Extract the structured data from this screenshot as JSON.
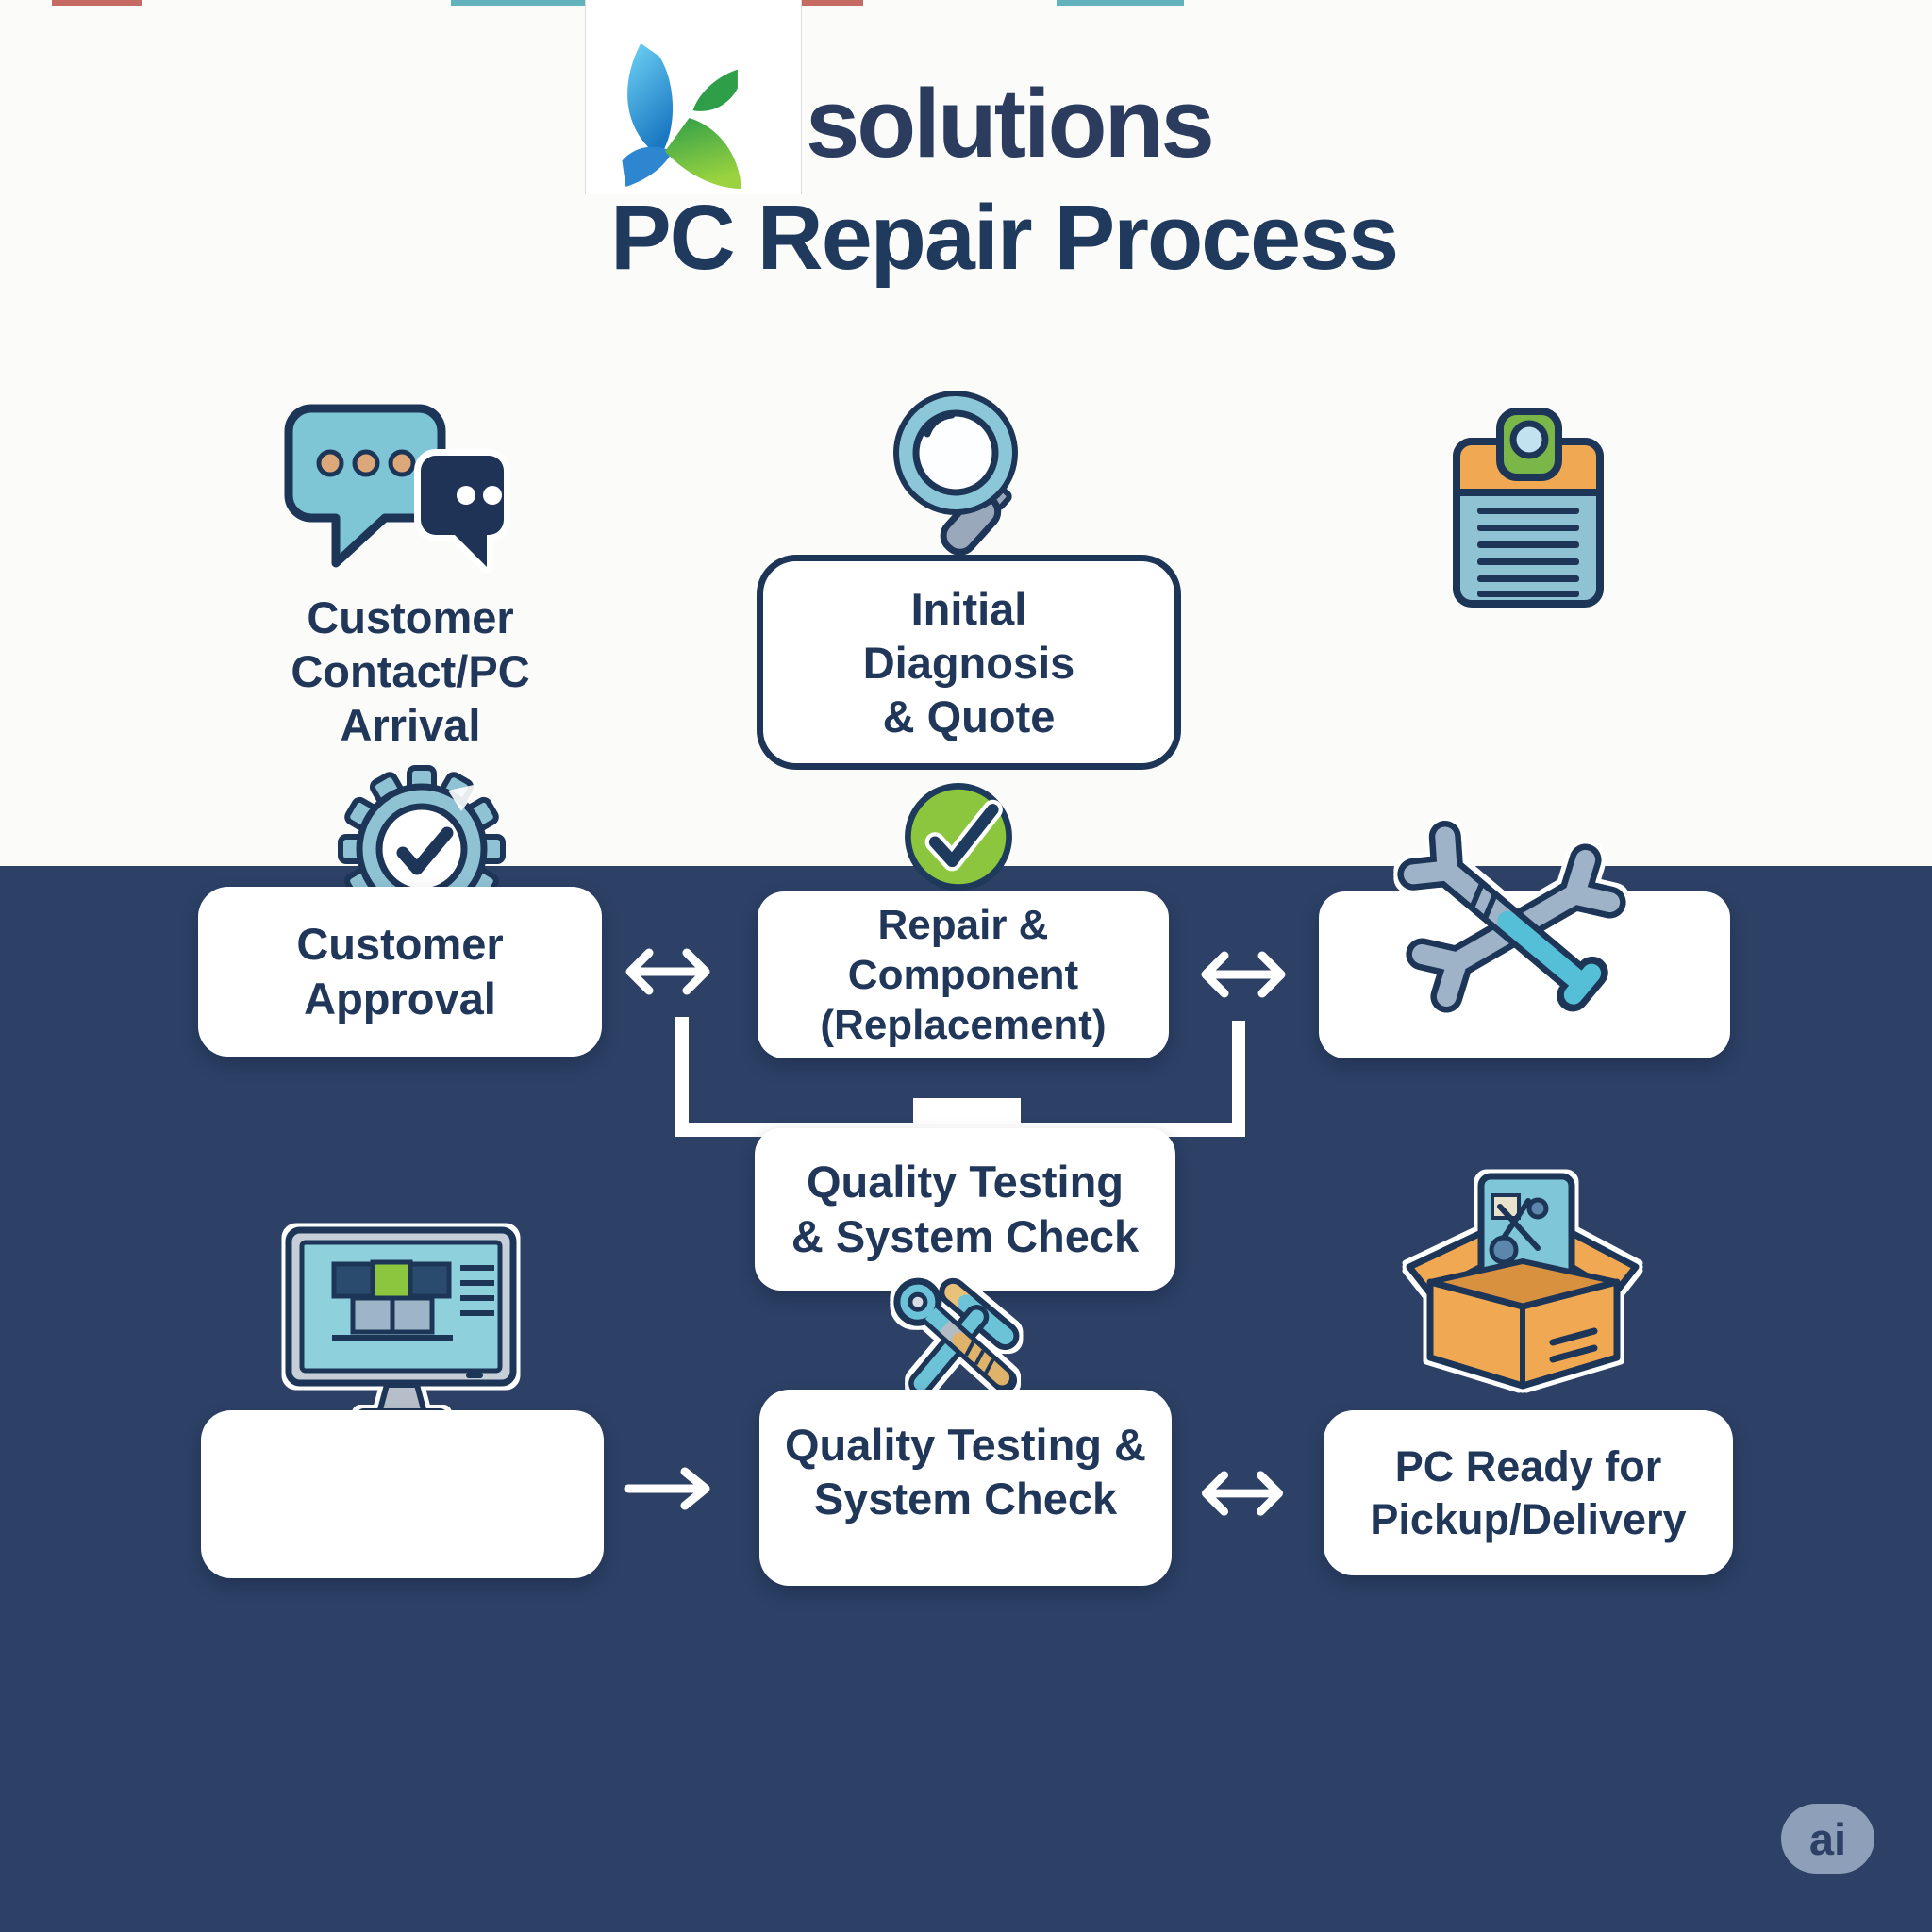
{
  "header": {
    "brand": "solutions",
    "title": "PC Repair Process"
  },
  "nodes": {
    "contact": {
      "line1": "Customer",
      "line2": "Contact/PC",
      "line3": "Arrival"
    },
    "diagnosis": {
      "line1": "Initial",
      "line2": "Diagnosis",
      "line3": "& Quote"
    },
    "approval": {
      "line1": "Customer",
      "line2": "Approval"
    },
    "repair": {
      "line1": "Repair &",
      "line2": "Component",
      "line3": "(Replacement)"
    },
    "quality_mid": {
      "line1": "Quality Testing",
      "line2": "& System Check"
    },
    "quality_bottom": {
      "line1": "Quality Testing &",
      "line2": "System Check"
    },
    "ready": {
      "line1": "PC Ready for",
      "line2": "Pickup/Delivery"
    }
  },
  "badge": {
    "label": "ai"
  },
  "icons": {
    "logo": "x-ribbon-logo",
    "row1": [
      "speech-bubbles-icon",
      "magnifier-icon",
      "clipboard-icon"
    ],
    "row2": [
      "gear-check-icon",
      "check-circle-icon",
      "crossed-wrenches-icon"
    ],
    "row3": [
      "monitor-icon",
      "hammer-tools-icon",
      "package-icon"
    ],
    "arrows": [
      "bidirectional-arrow",
      "bidirectional-arrow",
      "right-arrow",
      "bidirectional-arrow"
    ]
  },
  "colors": {
    "bg_top": "#fbfbf9",
    "bg_bottom": "#2d4166",
    "text": "#21375a",
    "box": "#ffffff",
    "teal": "#85c3d6",
    "green": "#8cc63e",
    "orange": "#f0a853",
    "steel": "#9fb3c8",
    "outline": "#1d3557"
  }
}
